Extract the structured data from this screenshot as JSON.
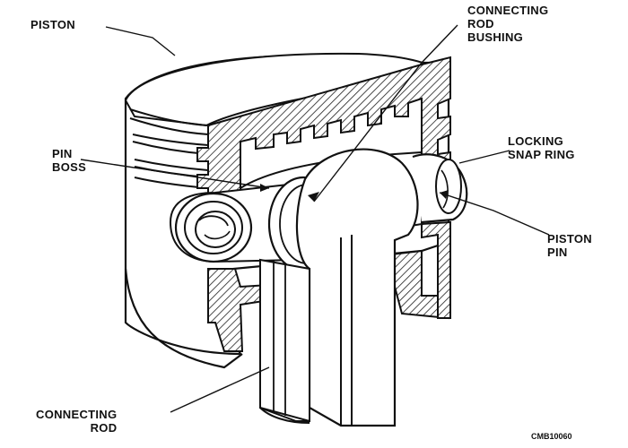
{
  "labels": {
    "piston": "PISTON",
    "connecting_rod_bushing": [
      "CONNECTING",
      "ROD",
      "BUSHING"
    ],
    "pin_boss": [
      "PIN",
      "BOSS"
    ],
    "locking_snap_ring": [
      "LOCKING",
      "SNAP RING"
    ],
    "piston_pin": [
      "PISTON",
      "PIN"
    ],
    "connecting_rod": [
      "CONNECTING",
      "ROD"
    ]
  },
  "figure_code": "CMB10060",
  "colors": {
    "ink": "#111111",
    "section_hatch": "#333333",
    "paper": "#ffffff"
  }
}
